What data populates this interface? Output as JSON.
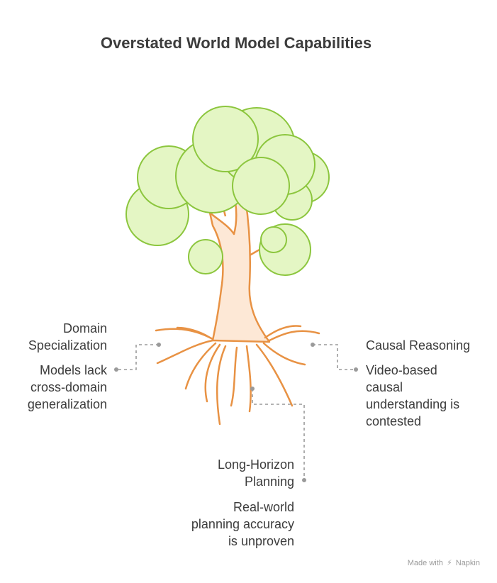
{
  "title": "Overstated World Model Capabilities",
  "branches": {
    "domain": {
      "heading": [
        "Domain",
        "Specialization"
      ],
      "detail": [
        "Models lack",
        "cross-domain",
        "generalization"
      ]
    },
    "causal": {
      "heading": [
        "Causal Reasoning"
      ],
      "detail": [
        "Video-based",
        "causal",
        "understanding is",
        "contested"
      ]
    },
    "planning": {
      "heading": [
        "Long-Horizon",
        "Planning"
      ],
      "detail": [
        "Real-world",
        "planning accuracy",
        "is unproven"
      ]
    }
  },
  "watermark": {
    "prefix": "Made with",
    "brand": "Napkin"
  },
  "colors": {
    "canopy_fill": "#e4f6c4",
    "canopy_stroke": "#8cc63e",
    "trunk_fill": "#fde8d6",
    "trunk_stroke": "#e89244",
    "connector": "#9a9a9a",
    "text": "#3c3c3c"
  }
}
